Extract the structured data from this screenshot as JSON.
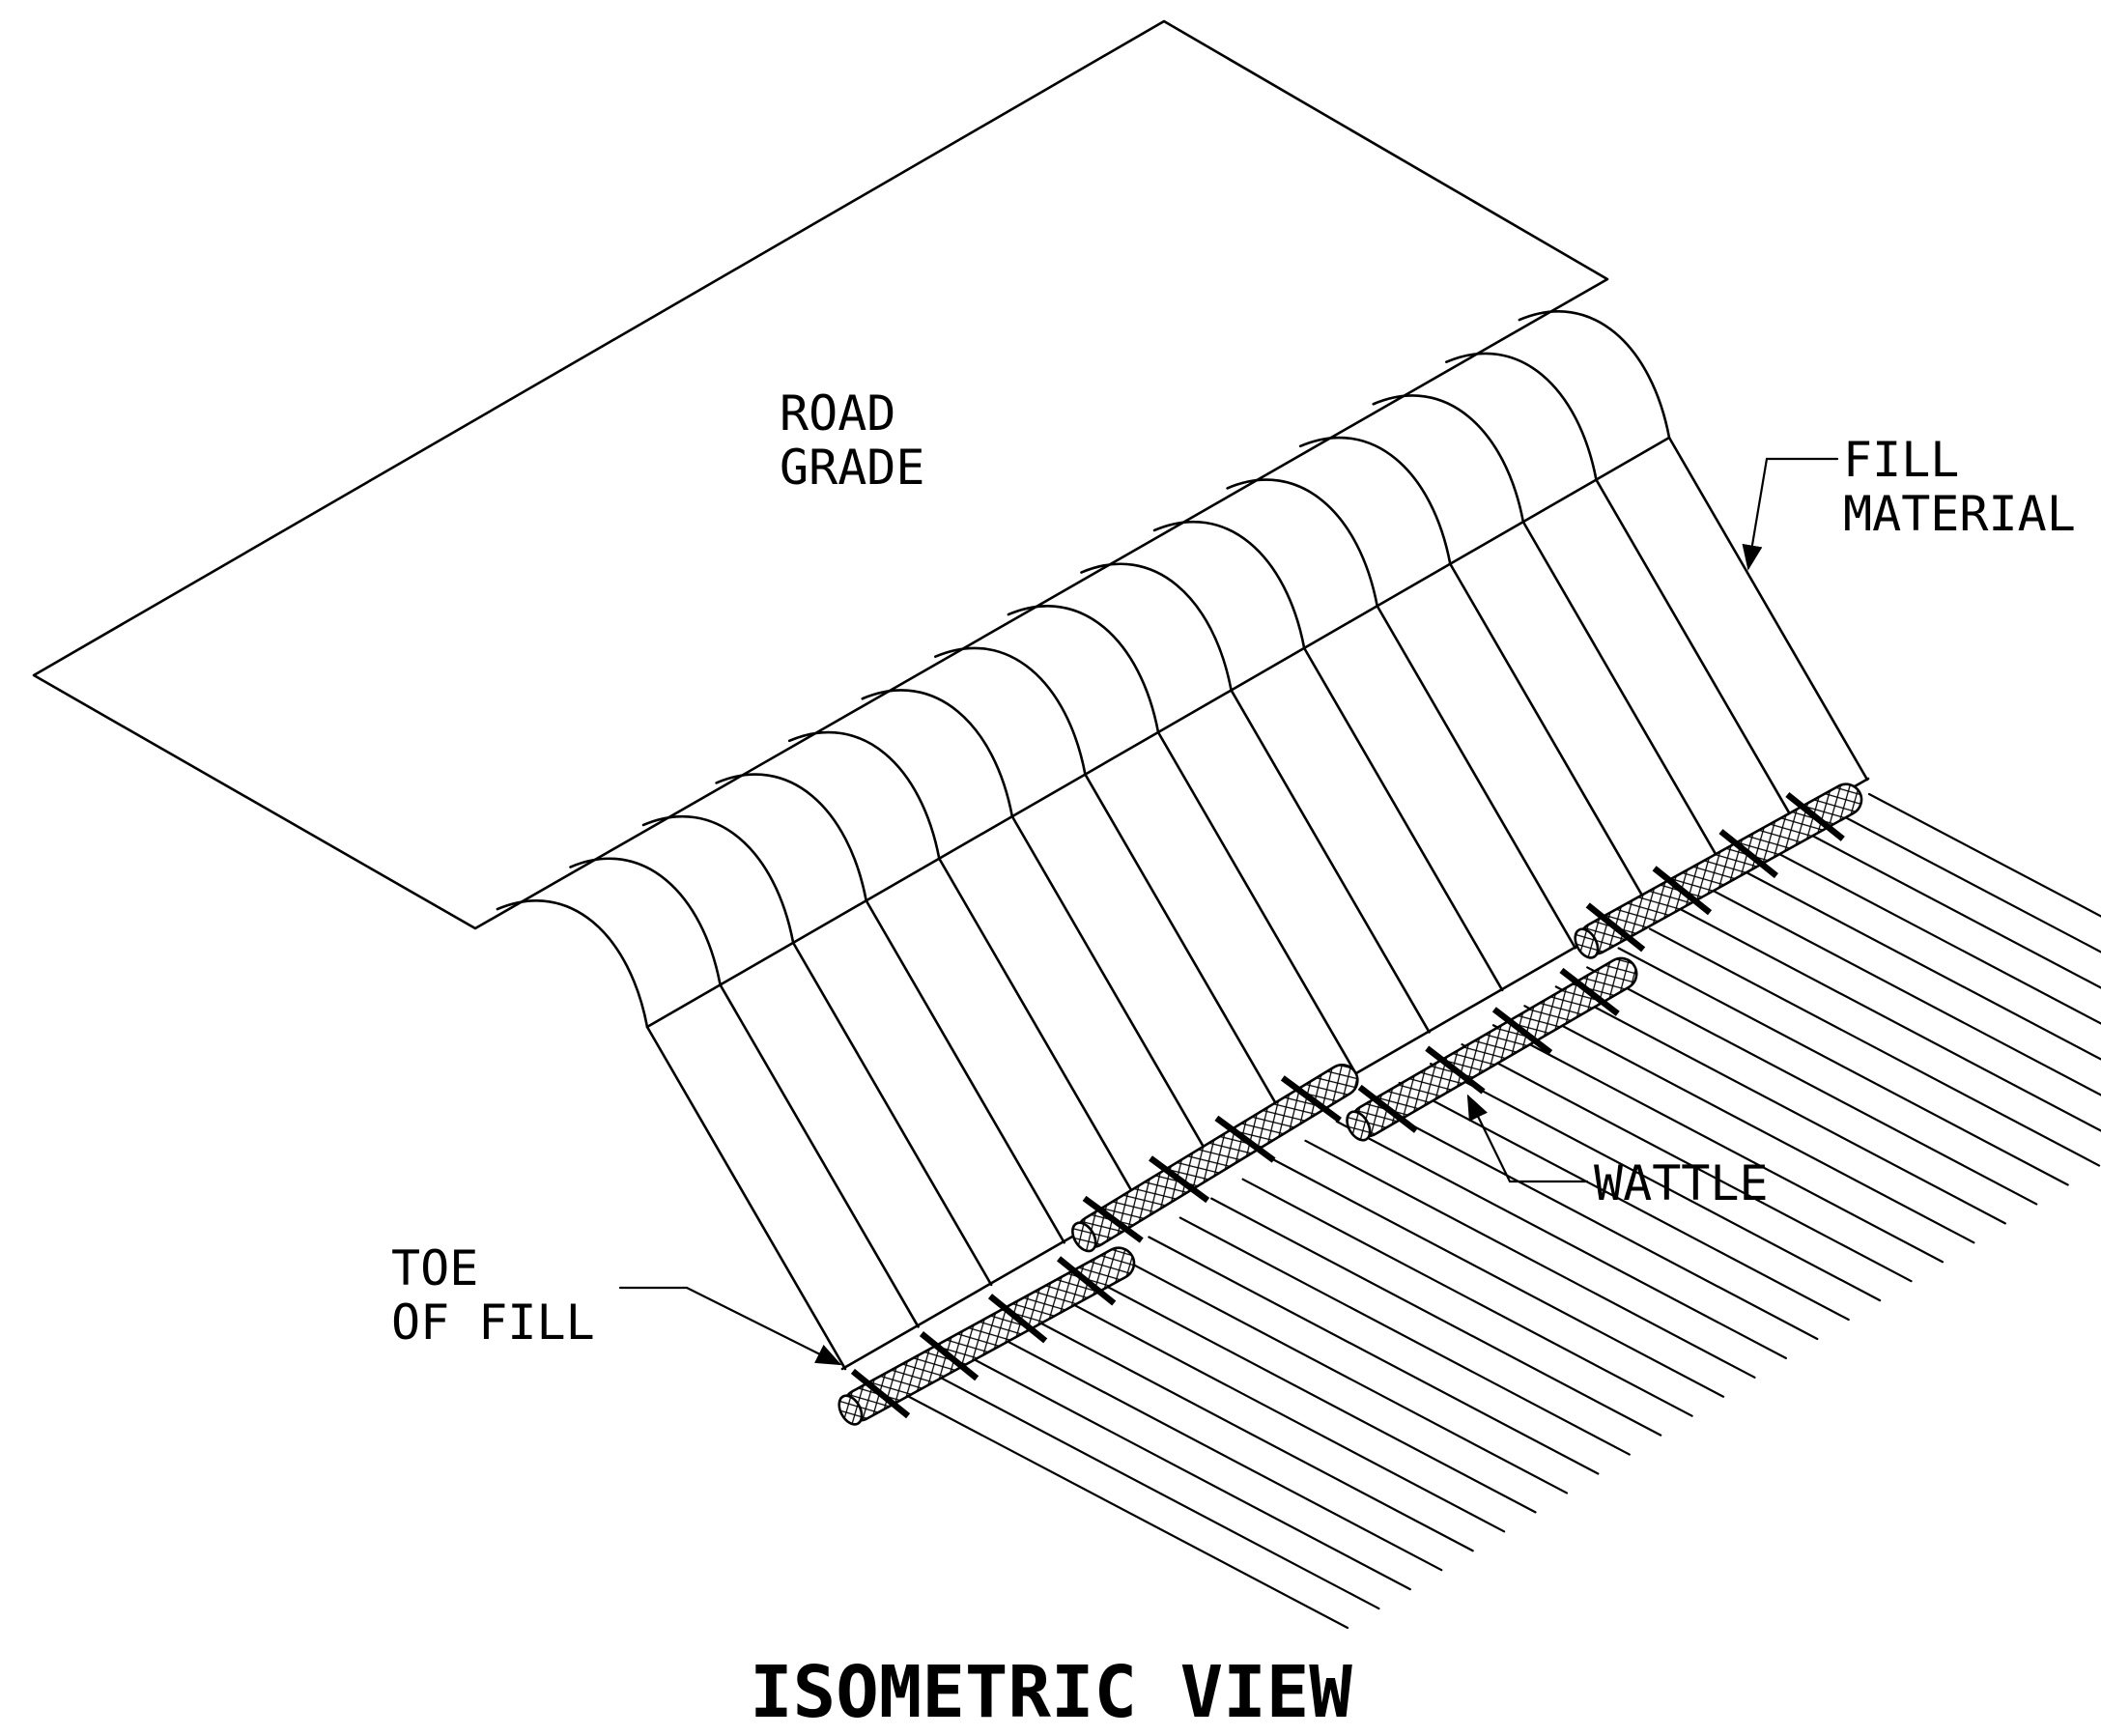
{
  "labels": {
    "road_grade": [
      "ROAD",
      "GRADE"
    ],
    "fill_material": [
      "FILL",
      "MATERIAL"
    ],
    "toe_of_fill": [
      "TOE",
      "OF FILL"
    ],
    "wattle": "WATTLE"
  },
  "title": "ISOMETRIC VIEW"
}
